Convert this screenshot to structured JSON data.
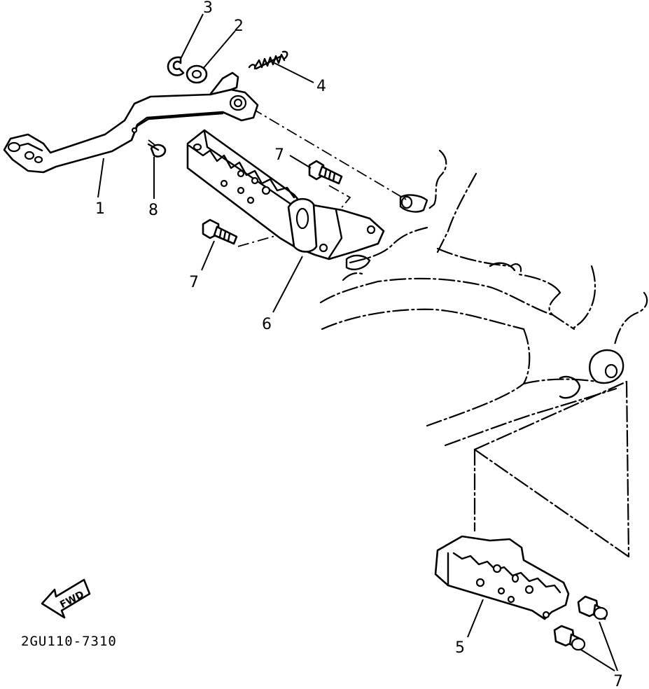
{
  "diagram": {
    "code_label": "2GU110-7310",
    "fwd_label": "FWD",
    "callouts": [
      {
        "id": "c1",
        "text": "1"
      },
      {
        "id": "c2",
        "text": "2"
      },
      {
        "id": "c3",
        "text": "3"
      },
      {
        "id": "c4",
        "text": "4"
      },
      {
        "id": "c5",
        "text": "5"
      },
      {
        "id": "c6",
        "text": "6"
      },
      {
        "id": "c7a",
        "text": "7"
      },
      {
        "id": "c7b",
        "text": "7"
      },
      {
        "id": "c7c",
        "text": "7"
      },
      {
        "id": "c8",
        "text": "8"
      }
    ]
  }
}
